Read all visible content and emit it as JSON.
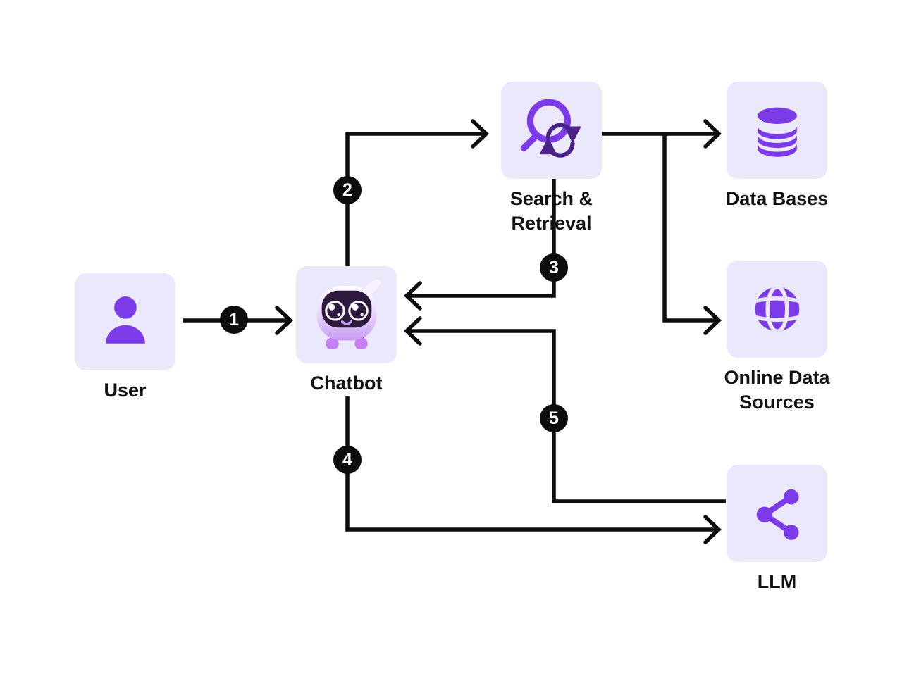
{
  "diagram": {
    "nodes": {
      "user": {
        "label": "User",
        "icon": "person-icon"
      },
      "chatbot": {
        "label": "Chatbot",
        "icon": "chatbot-mascot-icon"
      },
      "search_retrieval": {
        "label": "Search &\nRetrieval",
        "icon": "search-refresh-icon"
      },
      "data_bases": {
        "label": "Data Bases",
        "icon": "database-icon"
      },
      "online_data_sources": {
        "label": "Online Data\nSources",
        "icon": "globe-icon"
      },
      "llm": {
        "label": "LLM",
        "icon": "share-nodes-icon"
      }
    },
    "steps": [
      {
        "number": "1",
        "from": "user",
        "to": "chatbot"
      },
      {
        "number": "2",
        "from": "chatbot",
        "to": "search_retrieval"
      },
      {
        "number": "3",
        "from": "search_retrieval",
        "to": "chatbot"
      },
      {
        "number": "4",
        "from": "chatbot",
        "to": "llm"
      },
      {
        "number": "5",
        "from": "llm",
        "to": "chatbot"
      }
    ],
    "connections": [
      {
        "from": "search_retrieval",
        "to": "data_bases"
      },
      {
        "from": "search_retrieval",
        "to": "online_data_sources"
      }
    ],
    "colors": {
      "background": "#FFFFFF",
      "node_background": "#ECE8FB",
      "icon_purple": "#7C3BE8",
      "icon_dark_purple": "#4B2387",
      "line": "#0D0D0D",
      "badge_background": "#0D0D0D",
      "badge_text": "#FFFFFF",
      "label_text": "#121212"
    }
  }
}
